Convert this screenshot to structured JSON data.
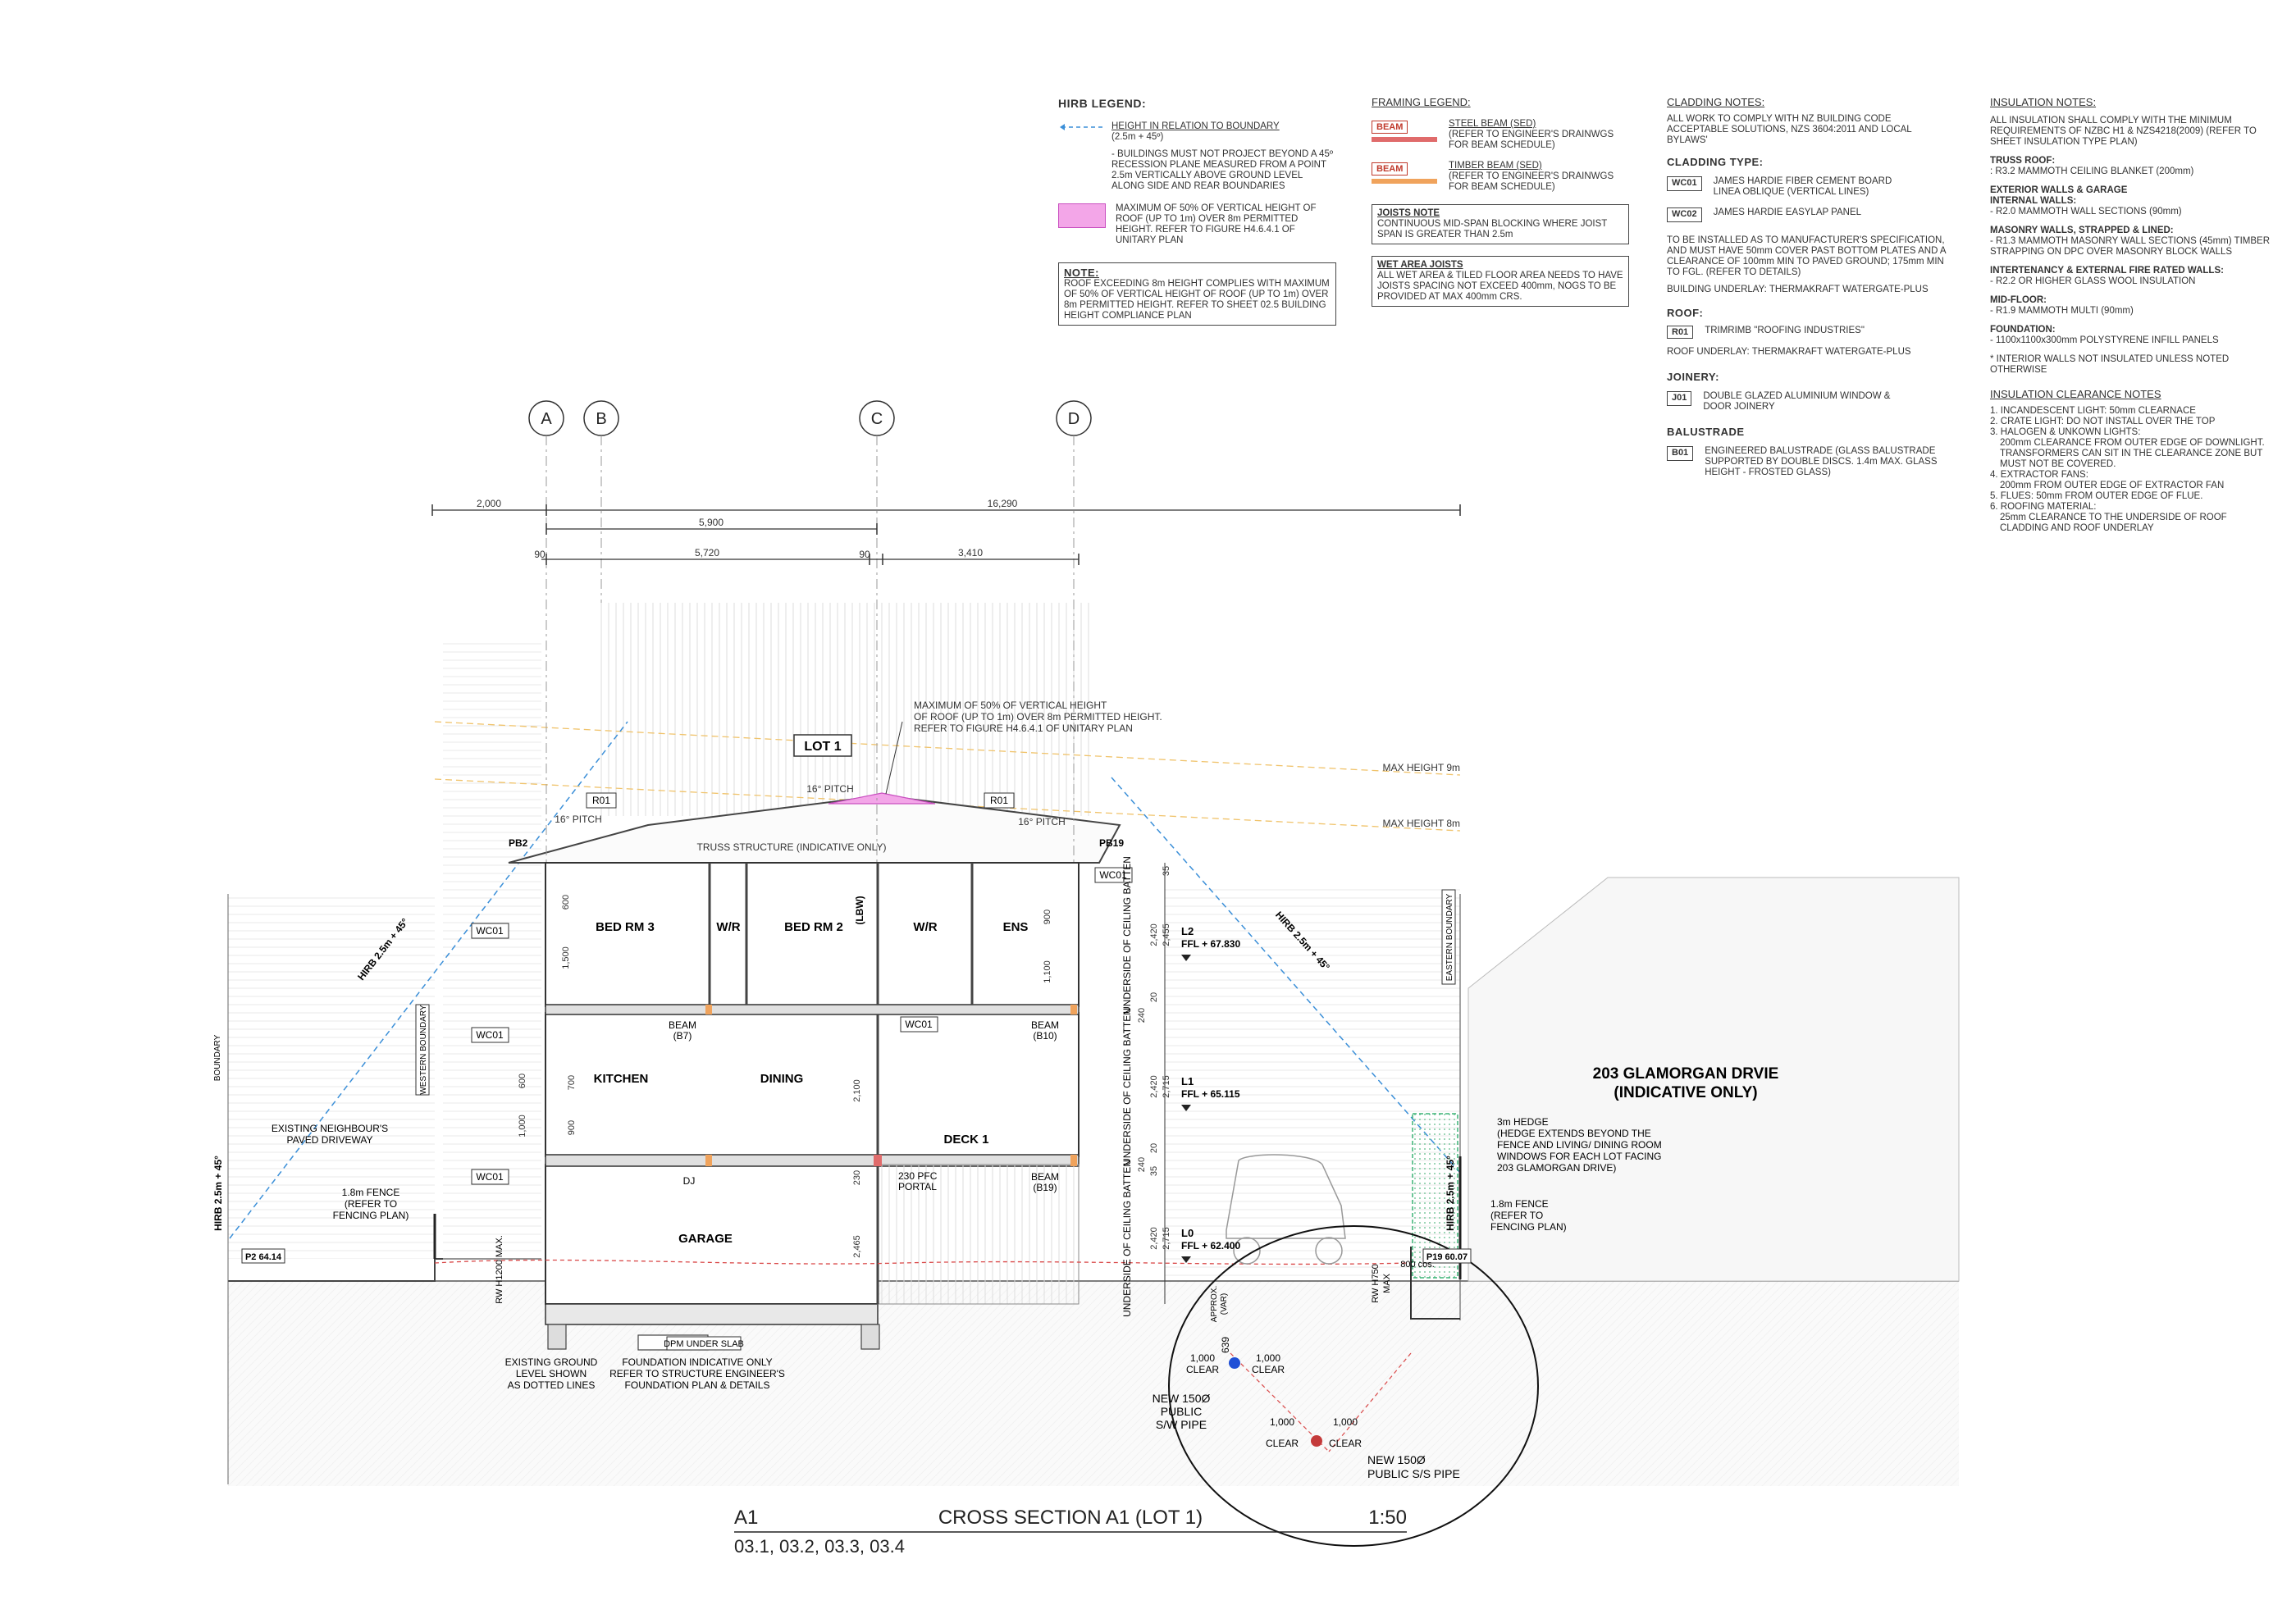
{
  "hirb_legend": {
    "title": "HIRB LEGEND:",
    "item1_title": "HEIGHT IN RELATION TO BOUNDARY",
    "item1_sub": "(2.5m + 45º)",
    "item1_desc": "- BUILDINGS MUST NOT PROJECT BEYOND A 45º RECESSION PLANE MEASURED FROM A POINT 2.5m VERTICALLY ABOVE GROUND LEVEL ALONG SIDE AND REAR BOUNDARIES",
    "item2_desc": "MAXIMUM OF 50% OF VERTICAL HEIGHT OF ROOF (UP TO 1m) OVER 8m PERMITTED HEIGHT. REFER TO FIGURE H4.6.4.1 OF UNITARY PLAN",
    "note_title": "NOTE:",
    "note_text": "ROOF EXCEEDING 8m HEIGHT COMPLIES WITH MAXIMUM OF 50% OF VERTICAL HEIGHT OF ROOF (UP TO 1m) OVER 8m PERMITTED HEIGHT. REFER TO SHEET 02.5 BUILDING HEIGHT COMPLIANCE PLAN",
    "colors": {
      "hirb_line": "#3b8fd8",
      "roof_zone": "#f3a6e8"
    }
  },
  "framing_legend": {
    "title": "FRAMING LEGEND:",
    "steel_tag": "BEAM",
    "steel_title": "STEEL BEAM (SED)",
    "steel_desc": "(REFER TO ENGINEER'S DRAINWGS FOR BEAM SCHEDULE)",
    "timber_tag": "BEAM",
    "timber_title": "TIMBER BEAM (SED)",
    "timber_desc": "(REFER TO ENGINEER'S DRAINWGS FOR BEAM SCHEDULE)",
    "joists_title": "JOISTS NOTE",
    "joists_text": "CONTINUOUS MID-SPAN BLOCKING WHERE JOIST SPAN IS GREATER THAN 2.5m",
    "wet_title": "WET AREA JOISTS",
    "wet_text": "ALL WET AREA & TILED FLOOR AREA NEEDS TO HAVE JOISTS SPACING NOT EXCEED 400mm, NOGS TO BE PROVIDED AT MAX 400mm CRS.",
    "colors": {
      "steel": "#e06b6b",
      "timber": "#f0a35c"
    }
  },
  "cladding_notes": {
    "title": "CLADDING NOTES:",
    "intro": "ALL WORK TO COMPLY WITH NZ BUILDING CODE ACCEPTABLE SOLUTIONS, NZS 3604:2011 AND LOCAL BYLAWS'",
    "type_title": "CLADDING TYPE:",
    "wc01_code": "WC01",
    "wc01_desc": "JAMES HARDIE FIBER CEMENT BOARD LINEA OBLIQUE (VERTICAL LINES)",
    "wc02_code": "WC02",
    "wc02_desc": "JAMES HARDIE EASYLAP PANEL",
    "install_text": "TO BE INSTALLED AS TO MANUFACTURER'S SPECIFICATION, AND MUST HAVE 50mm COVER PAST BOTTOM PLATES AND A CLEARANCE OF 100mm MIN TO PAVED GROUND; 175mm MIN TO FGL. (REFER TO DETAILS)",
    "underlay": "BUILDING UNDERLAY: THERMAKRAFT WATERGATE-PLUS",
    "roof_title": "ROOF:",
    "r01_code": "R01",
    "r01_desc": "TRIMRIMB \"ROOFING INDUSTRIES\"",
    "roof_underlay": "ROOF UNDERLAY: THERMAKRAFT WATERGATE-PLUS",
    "joinery_title": "JOINERY:",
    "j01_code": "J01",
    "j01_desc": "DOUBLE GLAZED ALUMINIUM WINDOW & DOOR JOINERY",
    "balustrade_title": "BALUSTRADE",
    "b01_code": "B01",
    "b01_desc": "ENGINEERED BALUSTRADE (GLASS BALUSTRADE SUPPORTED BY DOUBLE DISCS. 1.4m MAX. GLASS HEIGHT - FROSTED GLASS)"
  },
  "insulation_notes": {
    "title": "INSULATION NOTES:",
    "intro": "ALL INSULATION SHALL COMPLY WITH THE MINIMUM REQUIREMENTS OF NZBC H1 & NZS4218(2009) (REFER TO SHEET INSULATION TYPE PLAN)",
    "truss_title": "TRUSS ROOF:",
    "truss_text": ": R3.2 MAMMOTH CEILING BLANKET (200mm)",
    "ext_title": "EXTERIOR WALLS & GARAGE INTERNAL WALLS:",
    "ext_text": "- R2.0 MAMMOTH WALL SECTIONS (90mm)",
    "masonry_title": "MASONRY WALLS, STRAPPED & LINED:",
    "masonry_text": "- R1.3 MAMMOTH MASONRY WALL SECTIONS (45mm) TIMBER STRAPPING ON DPC OVER MASONRY BLOCK WALLS",
    "fire_title": "INTERTENANCY & EXTERNAL FIRE RATED WALLS:",
    "fire_text": "- R2.2 OR HIGHER GLASS WOOL INSULATION",
    "mid_title": "MID-FLOOR:",
    "mid_text": "- R1.9 MAMMOTH MULTI (90mm)",
    "found_title": "FOUNDATION:",
    "found_text": "- 1100x1100x300mm POLYSTYRENE INFILL PANELS",
    "interior_note": "* INTERIOR WALLS NOT INSULATED UNLESS NOTED OTHERWISE",
    "clearance_title": "INSULATION CLEARANCE NOTES",
    "clearance_items": [
      "1. INCANDESCENT LIGHT: 50mm CLEARNACE",
      "2. CRATE LIGHT: DO NOT INSTALL OVER THE TOP",
      "3. HALOGEN & UNKOWN LIGHTS:",
      "200mm CLEARANCE FROM OUTER EDGE OF DOWNLIGHT.",
      "TRANSFORMERS CAN SIT IN THE CLEARANCE ZONE BUT",
      "MUST NOT BE COVERED.",
      "4. EXTRACTOR FANS:",
      "200mm FROM OUTER EDGE OF EXTRACTOR FAN",
      "5. FLUES: 50mm FROM OUTER EDGE OF FLUE.",
      "6. ROOFING MATERIAL:",
      "25mm CLEARANCE TO THE UNDERSIDE OF ROOF",
      "CLADDING AND ROOF UNDERLAY"
    ]
  },
  "grid": {
    "a": "A",
    "b": "B",
    "c": "C",
    "d": "D"
  },
  "dims": {
    "d2000": "2,000",
    "d16290": "16,290",
    "d5900": "5,900",
    "d90a": "90",
    "d5720": "5,720",
    "d90b": "90",
    "d3410": "3,410"
  },
  "section": {
    "lot": "LOT 1",
    "roof_callout": [
      "MAXIMUM OF 50% OF VERTICAL HEIGHT",
      "OF ROOF (UP TO 1m) OVER 8m PERMITTED HEIGHT.",
      "REFER TO FIGURE H4.6.4.1 OF UNITARY PLAN"
    ],
    "max9": "MAX HEIGHT 9m",
    "max8": "MAX HEIGHT 8m",
    "pitch_top": "16° PITCH",
    "pitch_left": "16° PITCH",
    "pitch_right": "16° PITCH",
    "r01_left": "R01",
    "r01_right": "R01",
    "pb2": "PB2",
    "pb19": "PB19",
    "truss": "TRUSS STRUCTURE (INDICATIVE ONLY)",
    "wc01_roof": "WC01",
    "wc01_l2": "WC01",
    "wc01_l1": "WC01",
    "wc01_l0": "WC01",
    "wc01_mid": "WC01",
    "rooms": {
      "bed3": "BED RM 3",
      "wr1": "W/R",
      "bed2": "BED RM 2",
      "lbw": "(LBW)",
      "wr2": "W/R",
      "ens": "ENS",
      "kitchen": "KITCHEN",
      "dining": "DINING",
      "deck": "DECK 1",
      "garage": "GARAGE"
    },
    "beam_b7": [
      "BEAM",
      "(B7)"
    ],
    "beam_b10": [
      "BEAM",
      "(B10)"
    ],
    "beam_b19": [
      "BEAM",
      "(B19)"
    ],
    "dj": "DJ",
    "pfc": [
      "230 PFC",
      "PORTAL"
    ],
    "levels": {
      "l2": "L2",
      "l2ffl": "FFL + 67.830",
      "l1": "L1",
      "l1ffl": "FFL + 65.115",
      "l0": "L0",
      "l0ffl": "FFL + 62.400"
    },
    "ceiling_batten": "UNDERSIDE OF CEILING BATTEN",
    "vdims": {
      "v600a": "600",
      "v1500": "1,500",
      "v900a": "900",
      "v1100": "1,100",
      "v35a": "35",
      "v2455": "2,455",
      "v2420a": "2,420",
      "v20a": "20",
      "v240a": "240",
      "v600b": "600",
      "v700": "700",
      "v1000": "1,000",
      "v900b": "900",
      "v2100": "2,100",
      "v2715a": "2,715",
      "v2420b": "2,420",
      "v20b": "20",
      "v240b": "240",
      "v35b": "35",
      "v230": "230",
      "v2465": "2,465",
      "v2715b": "2,715",
      "v2420c": "2,420"
    },
    "hirb_left": "HIRB 2.5m + 45°",
    "hirb_right": "HIRB 2.5m + 45°",
    "hirb_left_diag": "HIRB 2.5m + 45°",
    "hirb_right_diag": "HIRB 2.5m + 45°",
    "boundary_left": "BOUNDARY",
    "western": "WESTERN BOUNDARY",
    "eastern": "EASTERN BOUNDARY",
    "driveway": [
      "EXISTING NEIGHBOUR'S",
      "PAVED DRIVEWAY"
    ],
    "fence_left": [
      "1.8m FENCE",
      "(REFER TO",
      "FENCING PLAN)"
    ],
    "fence_right": [
      "1.8m FENCE",
      "(REFER TO",
      "FENCING PLAN)"
    ],
    "p2": "P2 64.14",
    "p19": "P19 60.07",
    "rw1200": "RW H1200 MAX.",
    "rw750": [
      "RW H750",
      "MAX"
    ],
    "existing_ground": [
      "EXISTING GROUND",
      "LEVEL SHOWN",
      "AS DOTTED LINES"
    ],
    "foundation": [
      "FOUNDATION INDICATIVE ONLY",
      "REFER TO STRUCTURE ENGINEER'S",
      "FOUNDATION PLAN & DETAILS"
    ],
    "dpm": "DPM UNDER SLAB",
    "glamorgan": [
      "203 GLAMORGAN DRVIE",
      "(INDICATIVE ONLY)"
    ],
    "hedge": [
      "3m HEDGE",
      "(HEDGE EXTENDS BEYOND THE",
      "FENCE AND LIVING/ DINING ROOM",
      "WINDOWS FOR EACH LOT FACING",
      "203 GLAMORGAN DRIVE)"
    ],
    "cos": "800 cos.",
    "approx": [
      "APPROX.",
      "(VAR)"
    ],
    "d639": "639",
    "clear1": [
      "1,000",
      "CLEAR"
    ],
    "clear2": [
      "1,000",
      "CLEAR"
    ],
    "clear3": [
      "1,000",
      "CLEAR"
    ],
    "clear4": [
      "1,000",
      "CLEAR"
    ],
    "sw_pipe": [
      "NEW 150Ø",
      "PUBLIC",
      "S/W PIPE"
    ],
    "ss_pipe": [
      "NEW 150Ø",
      "PUBLIC S/S PIPE"
    ]
  },
  "title_block": {
    "ref": "A1",
    "title": "CROSS SECTION A1 (LOT 1)",
    "scale": "1:50",
    "sheets": "03.1,  03.2,  03.3,  03.4"
  }
}
